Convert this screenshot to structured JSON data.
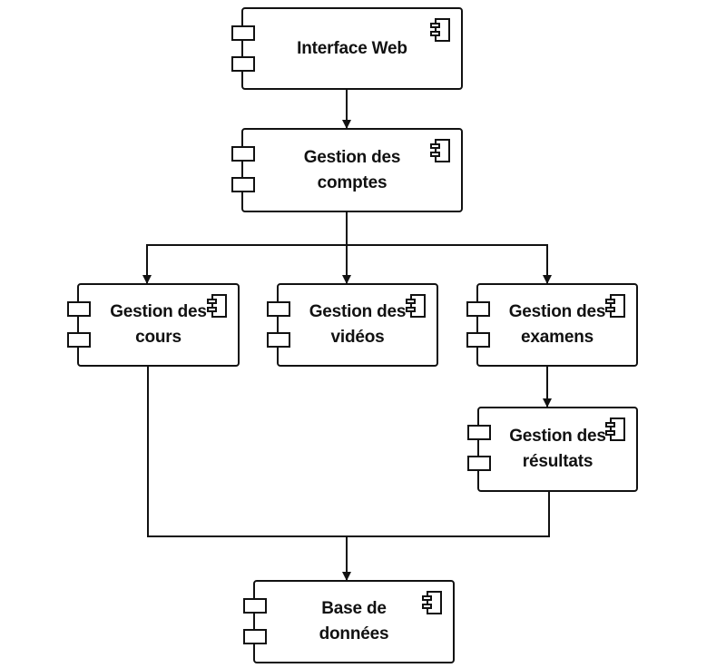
{
  "components": {
    "interface_web": "Interface Web",
    "gestion_comptes": "Gestion des\ncomptes",
    "gestion_cours": "Gestion des\ncours",
    "gestion_videos": "Gestion des\nvidéos",
    "gestion_examens": "Gestion des\nexamens",
    "gestion_resultats": "Gestion des\nrésultats",
    "base_donnees": "Base de\ndonnées"
  },
  "icon": "uml-component-icon",
  "colors": {
    "stroke": "#111111",
    "background": "#ffffff"
  }
}
